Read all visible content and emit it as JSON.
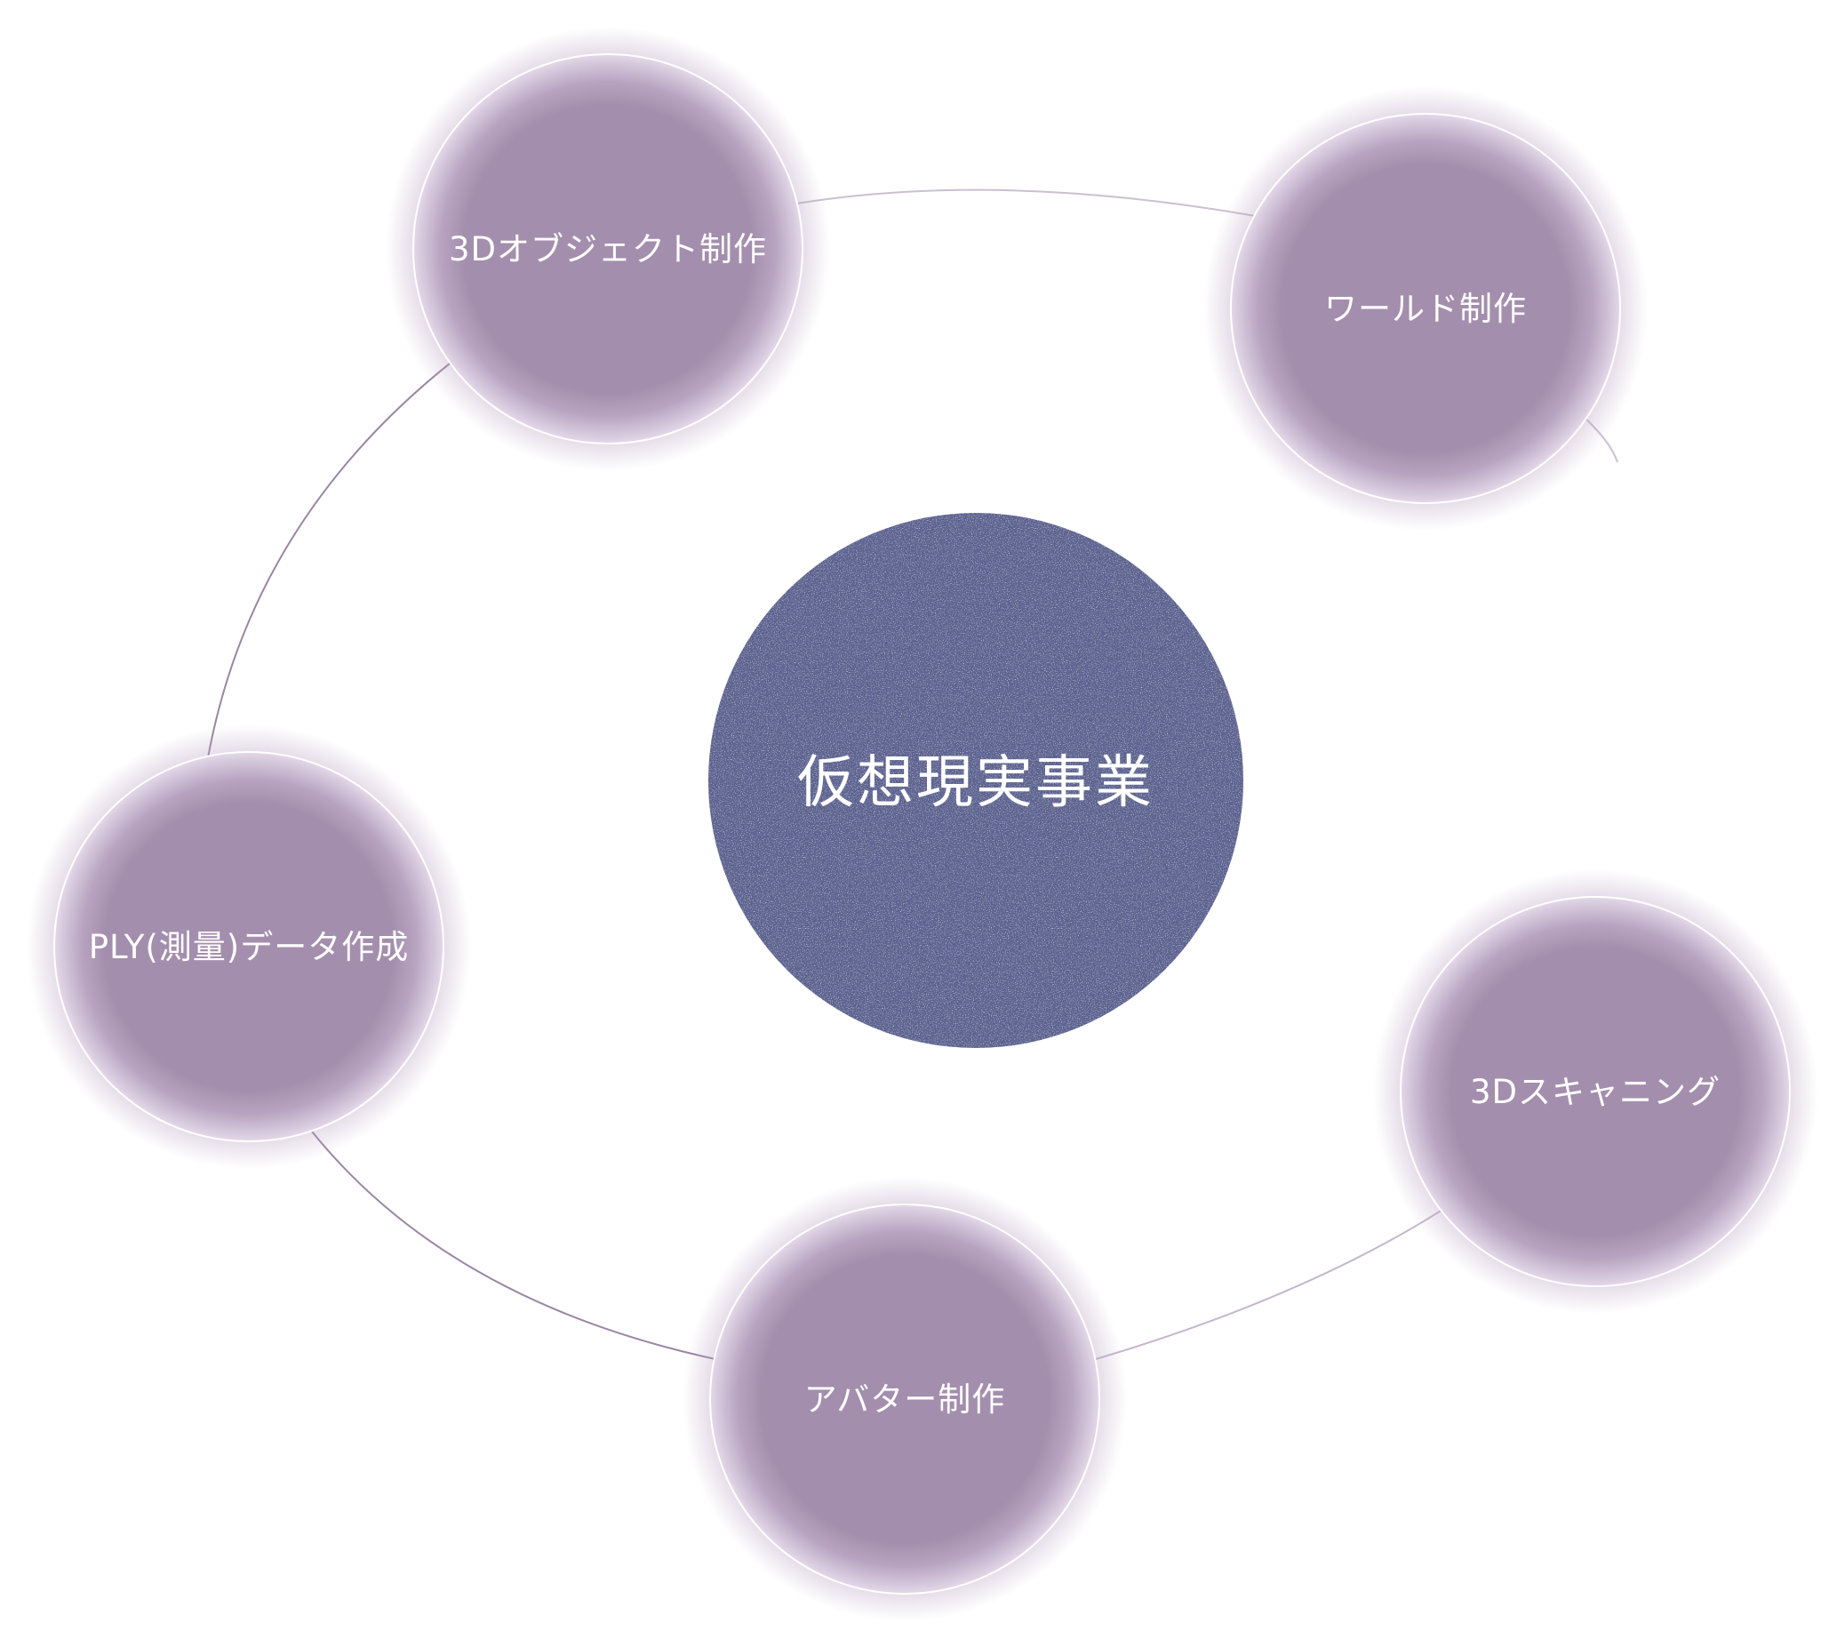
{
  "center": {
    "label": "仮想現実事業",
    "color": "#5c6290"
  },
  "nodes": [
    {
      "id": "3d-object",
      "label": "3Dオブジェクト制作"
    },
    {
      "id": "world",
      "label": "ワールド制作"
    },
    {
      "id": "3d-scanning",
      "label": "3Dスキャニング"
    },
    {
      "id": "avatar",
      "label": "アバター制作"
    },
    {
      "id": "ply-data",
      "label": "PLY(測量)データ作成"
    }
  ],
  "colors": {
    "node_fill": "#a48ead",
    "node_glow": "#b49cbe",
    "node_ring": "#ffffff",
    "orbit_line": "#9a86a3",
    "text": "#ffffff"
  }
}
